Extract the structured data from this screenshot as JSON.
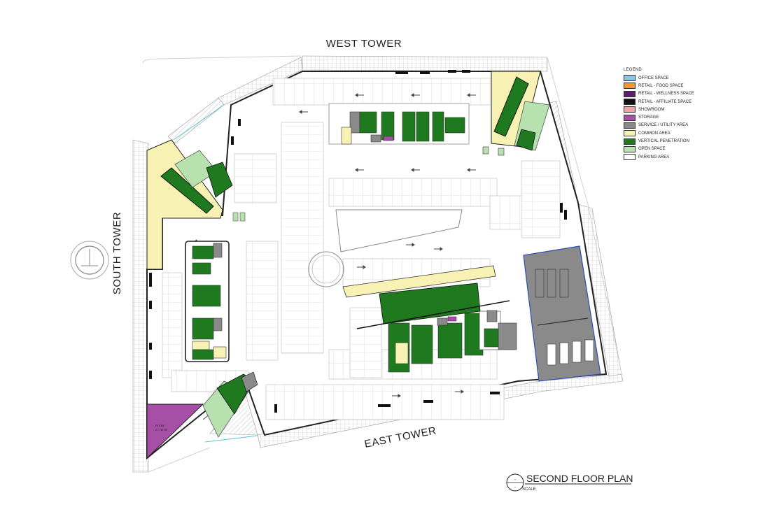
{
  "labels": {
    "west_tower": "WEST TOWER",
    "south_tower": "SOUTH TOWER",
    "east_tower": "EAST TOWER"
  },
  "title_block": {
    "title": "SECOND FLOOR PLAN",
    "scale": "SCALE",
    "symbol_top": "-",
    "symbol_bottom": "-"
  },
  "legend": {
    "title": "LEGEND",
    "items": [
      {
        "label": "OFFICE SPACE",
        "color": "#8ec3e3"
      },
      {
        "label": "RETAIL - FOOD SPACE",
        "color": "#f39a2b"
      },
      {
        "label": "RETAIL - WELLNESS SPACE",
        "color": "#5b1f6e"
      },
      {
        "label": "RETAIL - AFFILIATE SPACE",
        "color": "#111111"
      },
      {
        "label": "SHOWROOM",
        "color": "#f3a0a8"
      },
      {
        "label": "STORAGE",
        "color": "#a64fa6"
      },
      {
        "label": "SERVICE / UTILITY AREA",
        "color": "#8a8a8a"
      },
      {
        "label": "COMMON AREA",
        "color": "#f7f2b4"
      },
      {
        "label": "VERTICAL PENETRATION",
        "color": "#1f7a1f"
      },
      {
        "label": "OPEN SPACE",
        "color": "#b7e2b0"
      },
      {
        "label": "PARKING AREA",
        "color": "#ffffff"
      }
    ]
  },
  "room_tags": {
    "storage_tag": "ROOM",
    "storage_area": "A = 19.95"
  }
}
